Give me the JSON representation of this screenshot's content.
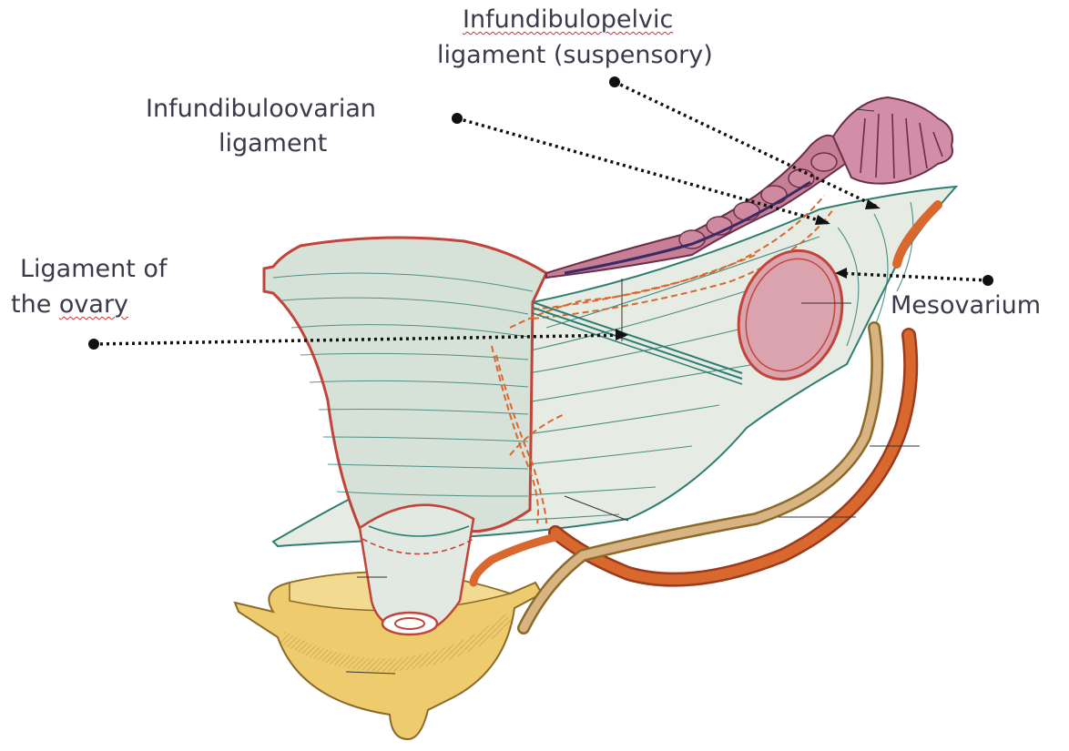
{
  "labels": {
    "infundibulopelvic": {
      "line1": "Infundibulopelvic",
      "line2": "ligament (suspensory)"
    },
    "infundibuloovarian": {
      "line1": "Infundibuloovarian",
      "line2": "ligament"
    },
    "ligament_of_ovary": {
      "line1": "Ligament of",
      "line2_word": "the",
      "line2_underlined": "ovary"
    },
    "mesovarium": "Mesovarium"
  },
  "colors": {
    "label_text": "#3c3a4a",
    "pointer": "#111111",
    "broad_ligament_fill": "#dfe6df",
    "peritoneal_outline": "#2f7d72",
    "uterus_outline": "#c0443a",
    "ovary_fill": "#dba3ad",
    "tube_fill": "#c77f96",
    "vessel": "#d9682e",
    "ureter": "#c9a070",
    "bladder_fill": "#eecb6d",
    "spellcheck_underline": "#d23030"
  }
}
